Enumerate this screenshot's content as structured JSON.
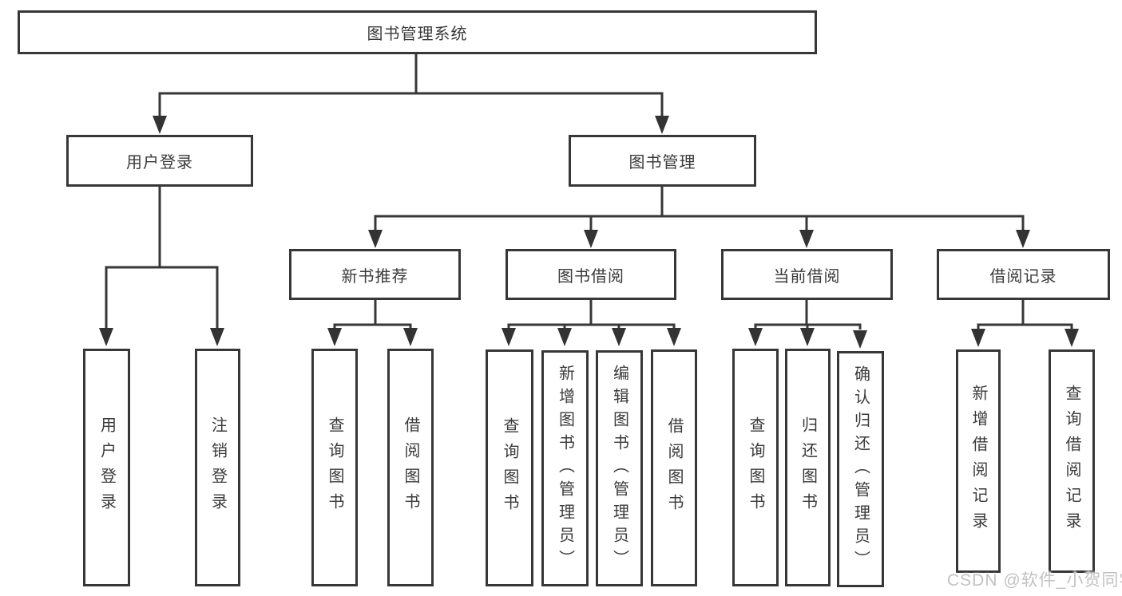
{
  "tree": {
    "label": "图书管理系统",
    "children": [
      {
        "label": "用户登录",
        "children": [
          {
            "label": "用户登录"
          },
          {
            "label": "注销登录"
          }
        ]
      },
      {
        "label": "图书管理",
        "children": [
          {
            "label": "新书推荐",
            "children": [
              {
                "label": "查询图书"
              },
              {
                "label": "借阅图书"
              }
            ]
          },
          {
            "label": "图书借阅",
            "children": [
              {
                "label": "查询图书"
              },
              {
                "label": "新增图书（管理员）"
              },
              {
                "label": "编辑图书（管理员）"
              },
              {
                "label": "借阅图书"
              }
            ]
          },
          {
            "label": "当前借阅",
            "children": [
              {
                "label": "查询图书"
              },
              {
                "label": "归还图书"
              },
              {
                "label": "确认归还（管理员）"
              }
            ]
          },
          {
            "label": "借阅记录",
            "children": [
              {
                "label": "新增借阅记录"
              },
              {
                "label": "查询借阅记录"
              }
            ]
          }
        ]
      }
    ]
  },
  "watermark": "CSDN @软件_小贺同学",
  "colors": {
    "line": "#373737",
    "text": "#3a3a3a",
    "watermark": "#c2c2c2",
    "background": "#ffffff"
  }
}
